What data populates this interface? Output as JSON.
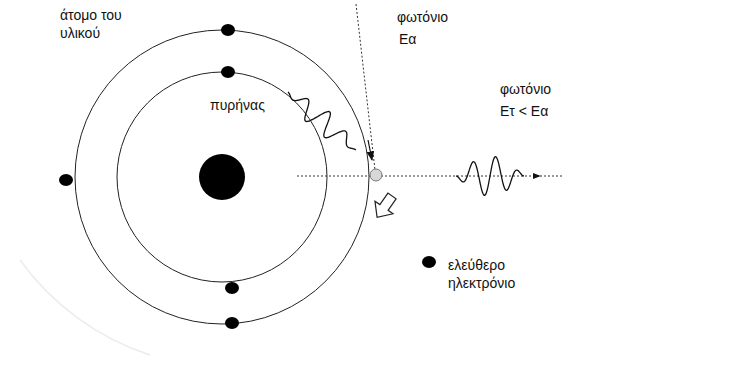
{
  "diagram": {
    "labels": [
      "άτομο του υλικού",
      "φωτόνιο",
      "Eα",
      "πυρήνας",
      "φωτόνιο",
      "Eτ < Eα",
      "ελεύθερο ηλεκτρόνιο"
    ]
  }
}
